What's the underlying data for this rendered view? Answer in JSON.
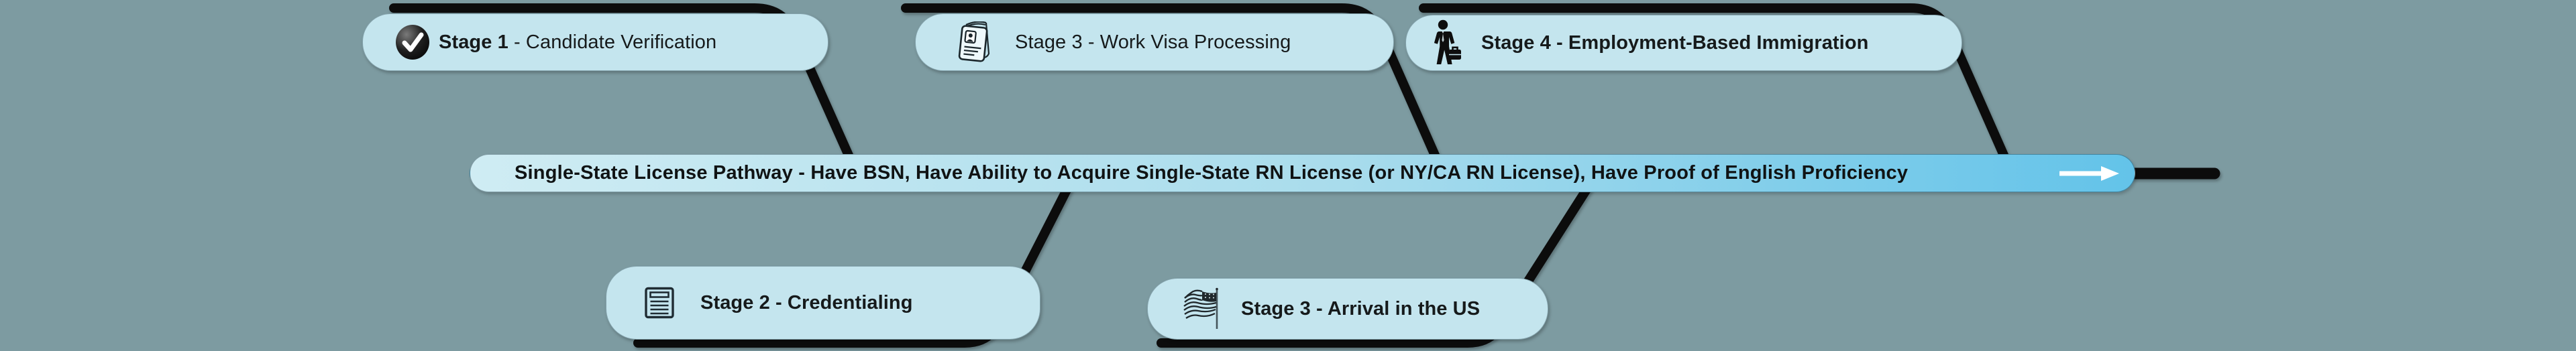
{
  "colors": {
    "background": "#7d9ba1",
    "pill_fill": "#c4e5ee",
    "line_color": "#0c0c0c",
    "text_color": "#161a1b",
    "banner_start": "#cfecf3",
    "banner_mid": "#a9dcec",
    "banner_end": "#63c3e9",
    "arrow_color": "#ffffff"
  },
  "stages": [
    {
      "label_bold": "Stage 1",
      "label_rest": " - Candidate Verification",
      "icon": "check-circle-icon",
      "position": "top"
    },
    {
      "label_bold": "Stage 2 - Credentialing",
      "label_rest": "",
      "icon": "document-checklist-icon",
      "position": "bottom"
    },
    {
      "label_bold": "",
      "label_rest": "Stage 3 - Work Visa Processing",
      "icon": "passport-icon",
      "position": "top"
    },
    {
      "label_bold": "",
      "label_rest": "Stage 3 - Arrival in the US",
      "icon": "us-flag-icon",
      "position": "bottom"
    },
    {
      "label_bold": "",
      "label_rest": "Stage 4 - Employment-Based Immigration",
      "icon": "businessman-briefcase-icon",
      "position": "top"
    }
  ],
  "banner": {
    "text": "Single-State License Pathway - Have BSN, Have Ability to Acquire Single-State RN License (or NY/CA RN License), Have Proof of English Proficiency",
    "arrow_icon": "right-arrow-icon"
  }
}
